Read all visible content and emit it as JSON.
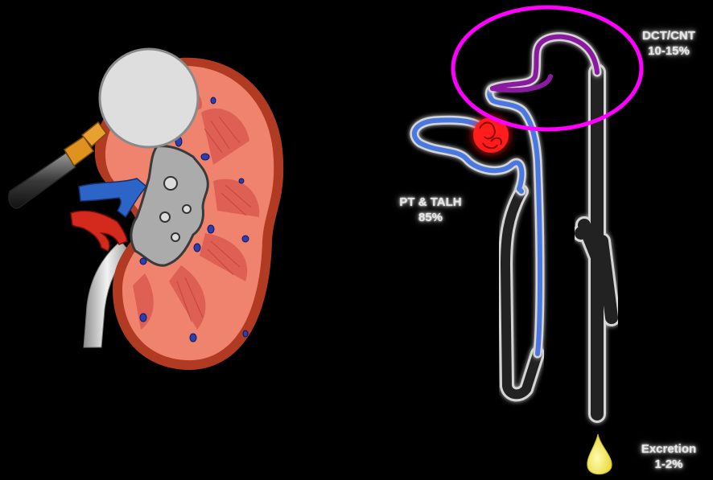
{
  "labels": {
    "pt_talh": {
      "name": "PT & TALH",
      "value": "85%"
    },
    "dct_cnt": {
      "name": "DCT/CNT",
      "value": "10-15%"
    },
    "excretion": {
      "name": "Excretion",
      "value": "1-2%"
    }
  },
  "colors": {
    "background": "#000000",
    "proximal_tubule": "#4a78e0",
    "distal_tubule": "#8a1aa0",
    "highlight_ellipse": "#ff00ff",
    "glomerulus": "#ff1a1a",
    "tubule_outline": "#cfcfcf",
    "kidney_tissue": "#f0836e",
    "kidney_capsule": "#b13b22",
    "vein": "#2c64c8",
    "artery": "#d42a1e",
    "ureter": "#c8c8c8",
    "urine_drop": "#f4ee66"
  },
  "icons": [
    "kidney-icon",
    "magnifier-icon",
    "nephron-icon",
    "urine-drop-icon"
  ]
}
